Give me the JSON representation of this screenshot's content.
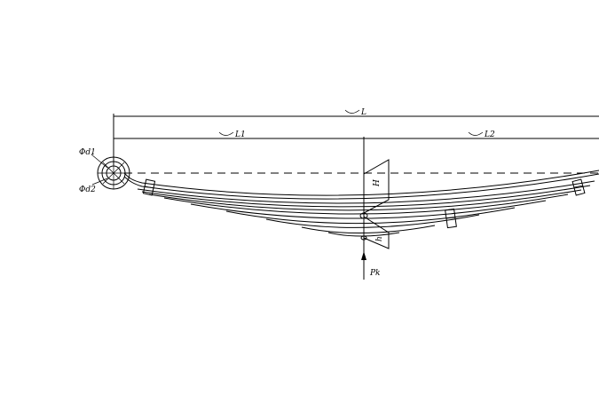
{
  "dimensions": {
    "total_length": "L",
    "front_length": "L1",
    "rear_length": "L2",
    "height": "H",
    "thickness": "h"
  },
  "eye": {
    "outer_diameter": "Φd1",
    "inner_diameter": "Φd2"
  },
  "load": {
    "label": "Pk"
  },
  "colors": {
    "line": "#000000",
    "background": "#ffffff"
  }
}
